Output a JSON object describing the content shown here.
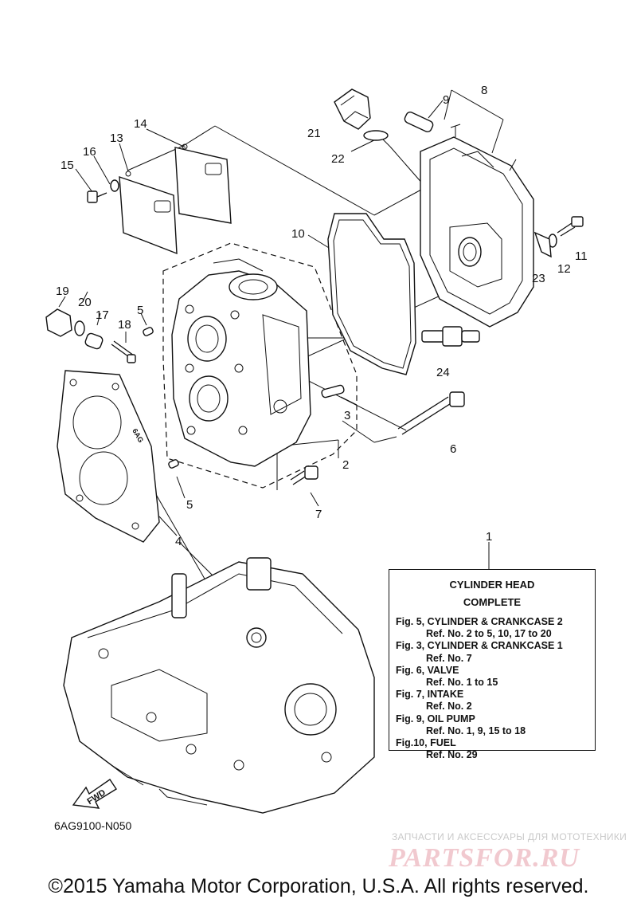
{
  "callouts": {
    "c1": "1",
    "c2": "2",
    "c3": "3",
    "c4": "4",
    "c5a": "5",
    "c5b": "5",
    "c6": "6",
    "c7": "7",
    "c8": "8",
    "c9": "9",
    "c10": "10",
    "c11": "11",
    "c12": "12",
    "c13": "13",
    "c14": "14",
    "c15": "15",
    "c16": "16",
    "c17": "17",
    "c18": "18",
    "c19": "19",
    "c20": "20",
    "c21": "21",
    "c22": "22",
    "c23": "23",
    "c24": "24"
  },
  "fwd_label": "FWD",
  "gasket_mark": "6AG",
  "info_box": {
    "title_line1": "CYLINDER HEAD",
    "title_line2": "COMPLETE",
    "rows": [
      {
        "text": "Fig. 5, CYLINDER & CRANKCASE 2",
        "ref": false
      },
      {
        "text": "Ref. No. 2 to 5, 10, 17 to 20",
        "ref": true
      },
      {
        "text": "Fig. 3, CYLINDER & CRANKCASE 1",
        "ref": false
      },
      {
        "text": "Ref. No. 7",
        "ref": true
      },
      {
        "text": "Fig. 6, VALVE",
        "ref": false
      },
      {
        "text": "Ref. No. 1 to 15",
        "ref": true
      },
      {
        "text": "Fig. 7, INTAKE",
        "ref": false
      },
      {
        "text": "Ref. No. 2",
        "ref": true
      },
      {
        "text": "Fig. 9, OIL PUMP",
        "ref": false
      },
      {
        "text": "Ref. No. 1, 9, 15 to 18",
        "ref": true
      },
      {
        "text": "Fig.10, FUEL",
        "ref": false
      },
      {
        "text": "Ref. No. 29",
        "ref": true
      }
    ]
  },
  "diagram_code": "6AG9100-N050",
  "watermark": {
    "tagline": "ЗАПЧАСТИ И АКСЕССУАРЫ ДЛЯ МОТОТЕХНИКИ",
    "logo": "PARTSFOR.RU"
  },
  "copyright": "©2015 Yamaha Motor Corporation, U.S.A. All rights reserved."
}
